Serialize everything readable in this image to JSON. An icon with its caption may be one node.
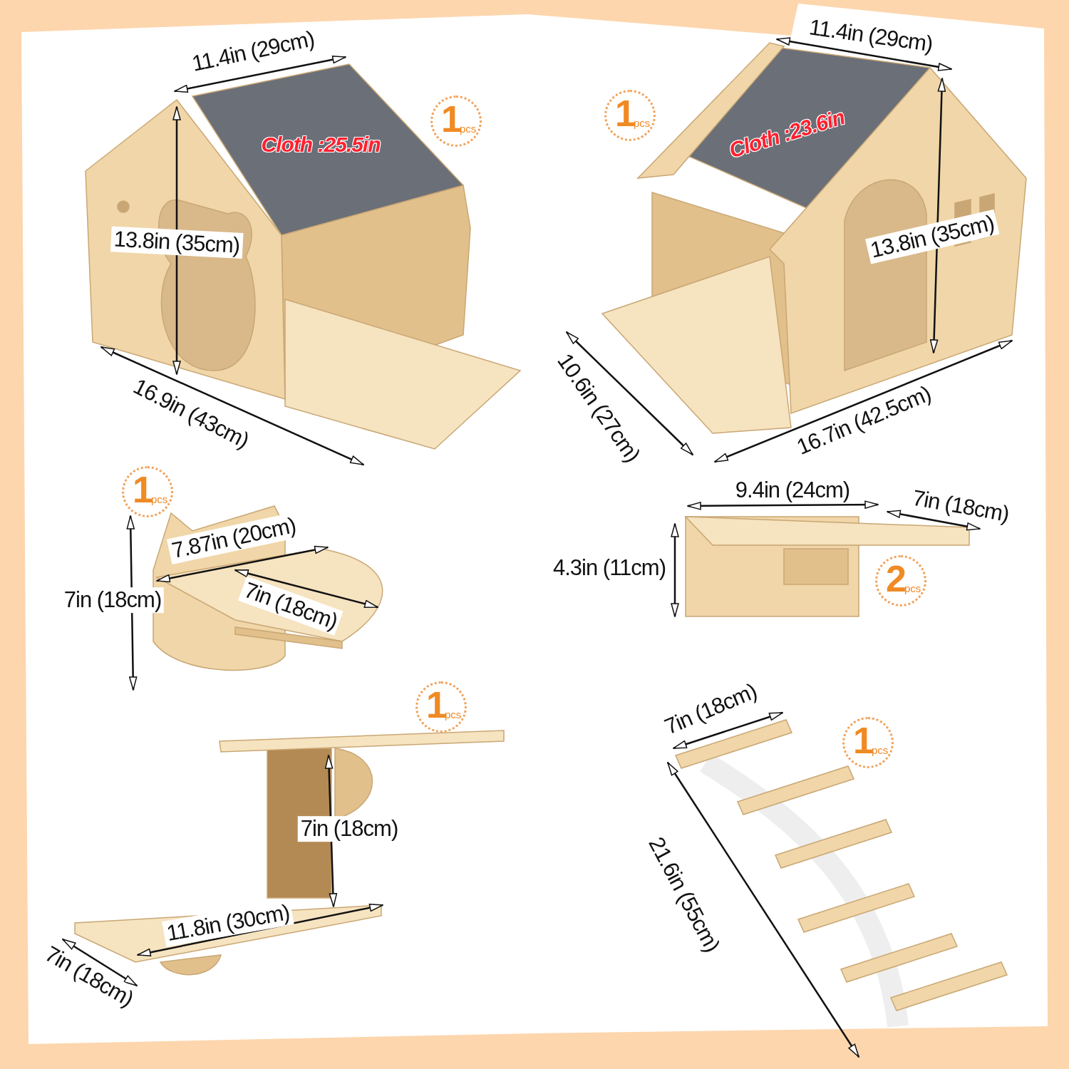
{
  "diagram": {
    "nodes": [
      {
        "text": [
          "1",
          "pcs"
        ]
      },
      {
        "text": [
          "1",
          "pcs"
        ]
      },
      {
        "text": [
          "1",
          "pcs"
        ]
      },
      {
        "text": [
          "2",
          "pcs"
        ]
      },
      {
        "text": [
          "1",
          "pcs"
        ]
      },
      {
        "text": [
          "1",
          "pcs"
        ]
      }
    ],
    "labels": [
      "11.4in (29cm)",
      "Cloth :25.5in",
      "13.8in (35cm)",
      "16.9in (43cm)",
      "11.4in (29cm)",
      "Cloth :23.6in",
      "13.8in (35cm)",
      "10.6in (27cm)",
      "16.7in (42.5cm)",
      "9.4in (24cm)",
      "7in (18cm)",
      "7.87in (20cm)",
      "7in (18cm)",
      "7in (18cm)",
      "4.3in (11cm)",
      "7in (18cm)",
      "7in (18cm)",
      "11.8in (30cm)",
      "21.6in (55cm)",
      "7in (18cm)"
    ]
  }
}
